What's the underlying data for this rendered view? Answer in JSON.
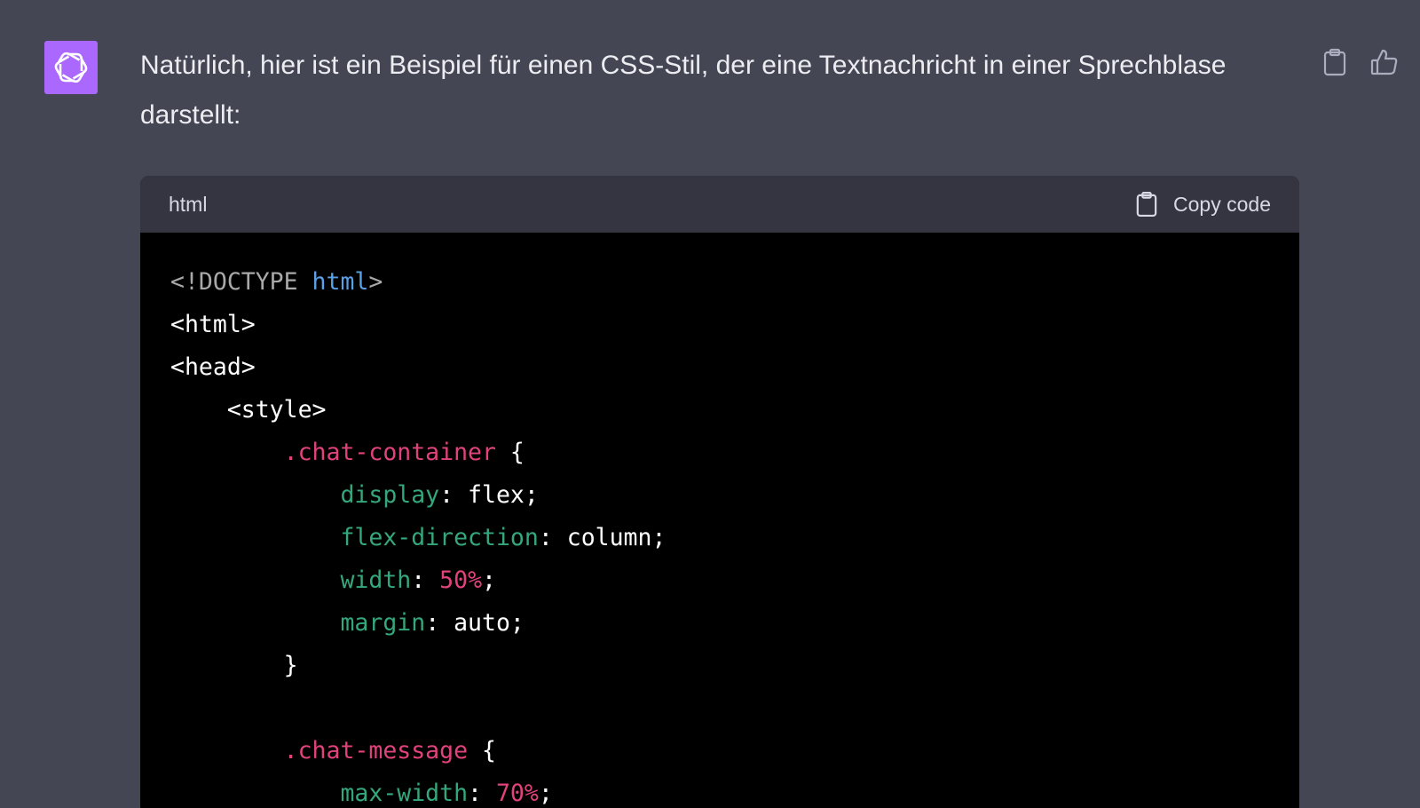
{
  "message": {
    "text": "Natürlich, hier ist ein Beispiel für einen CSS-Stil, der eine Textnachricht in einer Sprechblase darstellt:"
  },
  "avatar": {
    "icon": "openai-logo-icon",
    "color": "#ab68ff"
  },
  "actions": {
    "copy_icon": "clipboard-icon",
    "like_icon": "thumbs-up-icon"
  },
  "code_block": {
    "language": "html",
    "copy_label": "Copy code",
    "lines": [
      [
        {
          "t": "<!DOCTYPE ",
          "c": "meta"
        },
        {
          "t": "html",
          "c": "name"
        },
        {
          "t": ">",
          "c": "meta"
        }
      ],
      [
        {
          "t": "<html>",
          "c": "tag"
        }
      ],
      [
        {
          "t": "<head>",
          "c": "tag"
        }
      ],
      [
        {
          "t": "    <style>",
          "c": "tag"
        }
      ],
      [
        {
          "t": "        ",
          "c": "punct"
        },
        {
          "t": ".chat-container",
          "c": "selector"
        },
        {
          "t": " {",
          "c": "punct"
        }
      ],
      [
        {
          "t": "            ",
          "c": "punct"
        },
        {
          "t": "display",
          "c": "prop"
        },
        {
          "t": ": flex;",
          "c": "value"
        }
      ],
      [
        {
          "t": "            ",
          "c": "punct"
        },
        {
          "t": "flex-direction",
          "c": "prop"
        },
        {
          "t": ": column;",
          "c": "value"
        }
      ],
      [
        {
          "t": "            ",
          "c": "punct"
        },
        {
          "t": "width",
          "c": "prop"
        },
        {
          "t": ": ",
          "c": "value"
        },
        {
          "t": "50%",
          "c": "number"
        },
        {
          "t": ";",
          "c": "value"
        }
      ],
      [
        {
          "t": "            ",
          "c": "punct"
        },
        {
          "t": "margin",
          "c": "prop"
        },
        {
          "t": ": auto;",
          "c": "value"
        }
      ],
      [
        {
          "t": "        }",
          "c": "punct"
        }
      ],
      [],
      [
        {
          "t": "        ",
          "c": "punct"
        },
        {
          "t": ".chat-message",
          "c": "selector"
        },
        {
          "t": " {",
          "c": "punct"
        }
      ],
      [
        {
          "t": "            ",
          "c": "punct"
        },
        {
          "t": "max-width",
          "c": "prop"
        },
        {
          "t": ": ",
          "c": "value"
        },
        {
          "t": "70%",
          "c": "number"
        },
        {
          "t": ";",
          "c": "value"
        }
      ]
    ]
  }
}
